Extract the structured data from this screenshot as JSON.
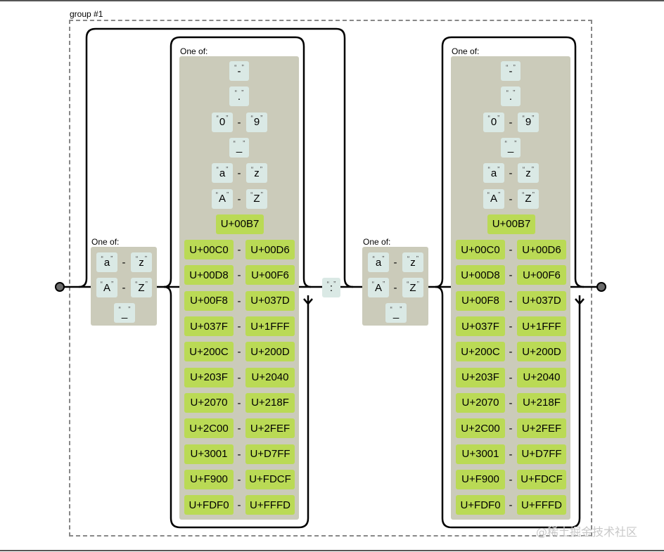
{
  "group_label": "group #1",
  "oneof_label": "One of:",
  "range_dash": "-",
  "quote_open": "“",
  "quote_close": "”",
  "first_char_options": [
    {
      "from": "a",
      "to": "z"
    },
    {
      "from": "A",
      "to": "Z"
    },
    {
      "single": "_"
    }
  ],
  "name_char_options": {
    "singles": [
      "-",
      ".",
      {
        "from": "0",
        "to": "9"
      },
      "_",
      {
        "from": "a",
        "to": "z"
      },
      {
        "from": "A",
        "to": "Z"
      }
    ],
    "u00b7": "U+00B7",
    "ranges": [
      [
        "U+00C0",
        "U+00D6"
      ],
      [
        "U+00D8",
        "U+00F6"
      ],
      [
        "U+00F8",
        "U+037D"
      ],
      [
        "U+037F",
        "U+1FFF"
      ],
      [
        "U+200C",
        "U+200D"
      ],
      [
        "U+203F",
        "U+2040"
      ],
      [
        "U+2070",
        "U+218F"
      ],
      [
        "U+2C00",
        "U+2FEF"
      ],
      [
        "U+3001",
        "U+D7FF"
      ],
      [
        "U+F900",
        "U+FDCF"
      ],
      [
        "U+FDF0",
        "U+FFFD"
      ]
    ]
  },
  "colon_literal": ":",
  "watermark": "@稀土掘金技术社区",
  "colors": {
    "panel": "#cbcbba",
    "literal": "#dae9e5",
    "codepoint": "#bada55",
    "wire": "#000000"
  }
}
